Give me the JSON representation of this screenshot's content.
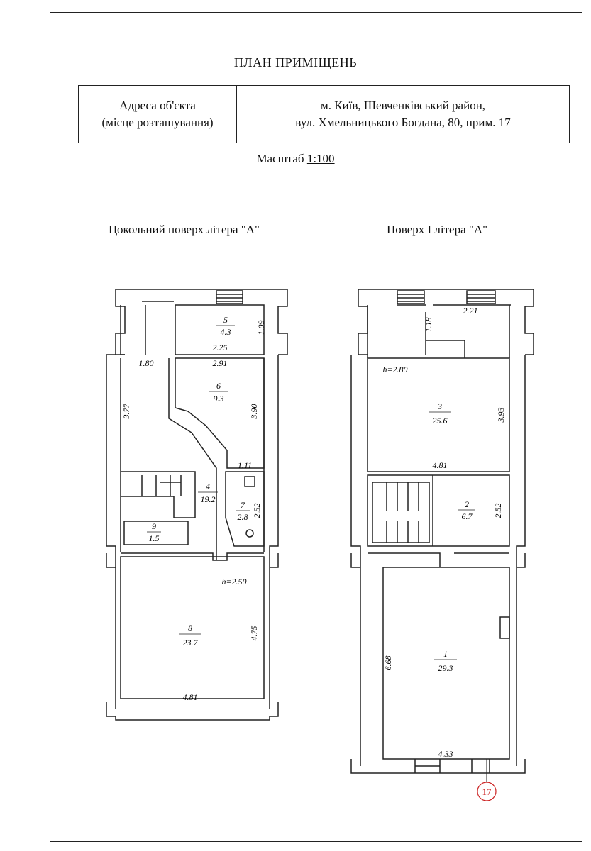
{
  "header": {
    "title": "ПЛАН  ПРИМІЩЕНЬ",
    "address_label_line1": "Адреса об'єкта",
    "address_label_line2": "(місце розташування)",
    "address_value_line1": "м. Київ, Шевченківський район,",
    "address_value_line2": "вул. Хмельницького Богдана, 80, прим. 17",
    "scale_label": "Масштаб",
    "scale_value": "1:100"
  },
  "floors": {
    "basement_title": "Цокольний поверх  літера \"А\"",
    "first_title": "Поверх І  літера \"А\""
  },
  "basement_rooms": [
    {
      "id": "5",
      "area": "4.3"
    },
    {
      "id": "6",
      "area": "9.3"
    },
    {
      "id": "4",
      "area": "19.2"
    },
    {
      "id": "7",
      "area": "2.8"
    },
    {
      "id": "9",
      "area": "1.5"
    },
    {
      "id": "8",
      "area": "23.7"
    }
  ],
  "basement_dims": {
    "d109": "1.09",
    "d225": "2.25",
    "d180": "1.80",
    "d291": "2.91",
    "d377": "3.77",
    "d390": "3.90",
    "d111": "1.11",
    "d252": "2.52",
    "h": "h=2.50",
    "d475": "4.75",
    "d481": "4.81"
  },
  "first_rooms": [
    {
      "id": "3",
      "area": "25.6"
    },
    {
      "id": "2",
      "area": "6.7"
    },
    {
      "id": "1",
      "area": "29.3"
    }
  ],
  "first_dims": {
    "d118": "1.18",
    "d221": "2.21",
    "h": "h=2.80",
    "d393": "3.93",
    "d481": "4.81",
    "d252": "2.52",
    "d668": "6.68",
    "d433": "4.33"
  },
  "unit_marker": "17",
  "colors": {
    "line": "#222222",
    "marker": "#cc2222"
  }
}
